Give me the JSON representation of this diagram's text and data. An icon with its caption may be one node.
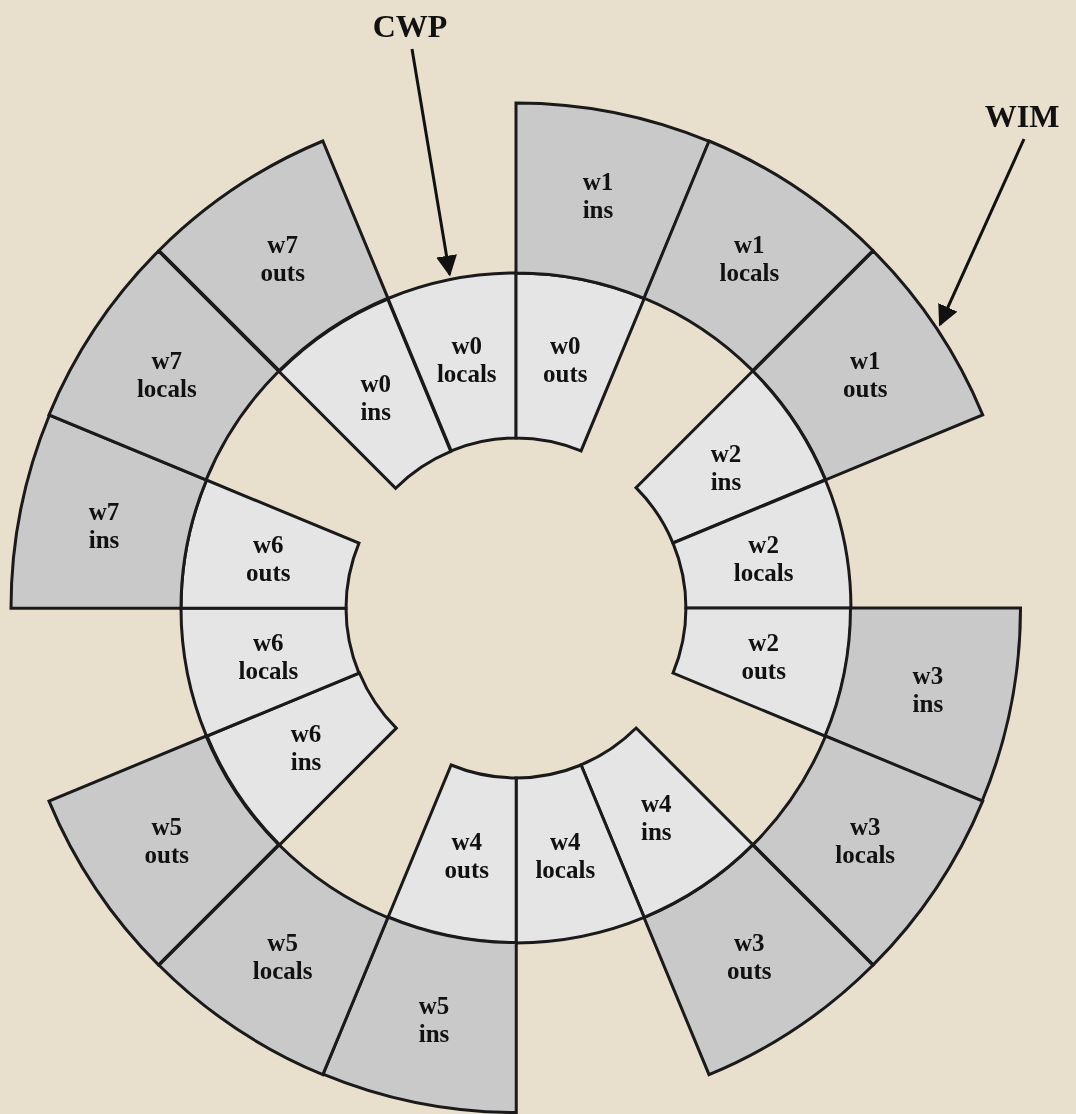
{
  "diagram": {
    "nodes": [
      {
        "text": [
          "CWP"
        ]
      },
      {
        "text": [
          "WIM"
        ]
      },
      {
        "text": [
          "w0 ins"
        ]
      },
      {
        "text": [
          "w0 locals"
        ]
      },
      {
        "text": [
          "w0 outs"
        ]
      },
      {
        "text": [
          "w1 ins"
        ]
      },
      {
        "text": [
          "w1 locals"
        ]
      },
      {
        "text": [
          "w1 outs"
        ]
      },
      {
        "text": [
          "w2 ins"
        ]
      },
      {
        "text": [
          "w2 locals"
        ]
      },
      {
        "text": [
          "w2 outs"
        ]
      },
      {
        "text": [
          "w3 ins"
        ]
      },
      {
        "text": [
          "w3 locals"
        ]
      },
      {
        "text": [
          "w3 outs"
        ]
      },
      {
        "text": [
          "w4 ins"
        ]
      },
      {
        "text": [
          "w4 locals"
        ]
      },
      {
        "text": [
          "w4 outs"
        ]
      },
      {
        "text": [
          "w5 ins"
        ]
      },
      {
        "text": [
          "w5 locals"
        ]
      },
      {
        "text": [
          "w5 outs"
        ]
      },
      {
        "text": [
          "w6 ins"
        ]
      },
      {
        "text": [
          "w6 locals"
        ]
      },
      {
        "text": [
          "w6 outs"
        ]
      },
      {
        "text": [
          "w7 ins"
        ]
      },
      {
        "text": [
          "w7 locals"
        ]
      },
      {
        "text": [
          "w7 outs"
        ]
      }
    ],
    "edges": [
      {
        "from": 0,
        "to": 3,
        "arrow": "to"
      },
      {
        "from": 1,
        "to": 7,
        "arrow": "to"
      }
    ]
  }
}
